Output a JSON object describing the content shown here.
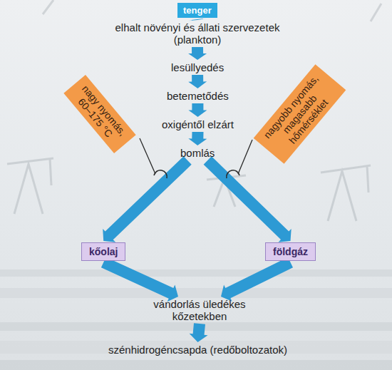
{
  "diagram": {
    "nodes": [
      {
        "text": [
          "tenger"
        ]
      },
      {
        "text": [
          "elhalt növényi és állati szervezetek (plankton)"
        ]
      },
      {
        "text": [
          "lesüllyedés"
        ]
      },
      {
        "text": [
          "betemetődés"
        ]
      },
      {
        "text": [
          "oxigéntől elzárt"
        ]
      },
      {
        "text": [
          "bomlás"
        ]
      },
      {
        "text": [
          "kőolaj"
        ]
      },
      {
        "text": [
          "földgáz"
        ]
      },
      {
        "text": [
          "vándorlás üledékes kőzetekben"
        ]
      },
      {
        "text": [
          "szénhidrogéncsapda (redőboltozatok)"
        ]
      },
      {
        "text": [
          "nagy nyomás, 60–175 °C"
        ]
      },
      {
        "text": [
          "nagyobb nyomás, magasabb hőmérséklet"
        ]
      }
    ],
    "edges": [
      {
        "from": 0,
        "to": 1,
        "arrow": "to"
      },
      {
        "from": 1,
        "to": 2,
        "arrow": "to"
      },
      {
        "from": 2,
        "to": 3,
        "arrow": "to"
      },
      {
        "from": 3,
        "to": 4,
        "arrow": "to"
      },
      {
        "from": 4,
        "to": 5,
        "arrow": "to"
      },
      {
        "from": 5,
        "to": 6,
        "arrow": "to"
      },
      {
        "from": 5,
        "to": 7,
        "arrow": "to"
      },
      {
        "from": 6,
        "to": 8,
        "arrow": "to"
      },
      {
        "from": 7,
        "to": 8,
        "arrow": "to"
      },
      {
        "from": 8,
        "to": 9,
        "arrow": "to"
      }
    ]
  }
}
